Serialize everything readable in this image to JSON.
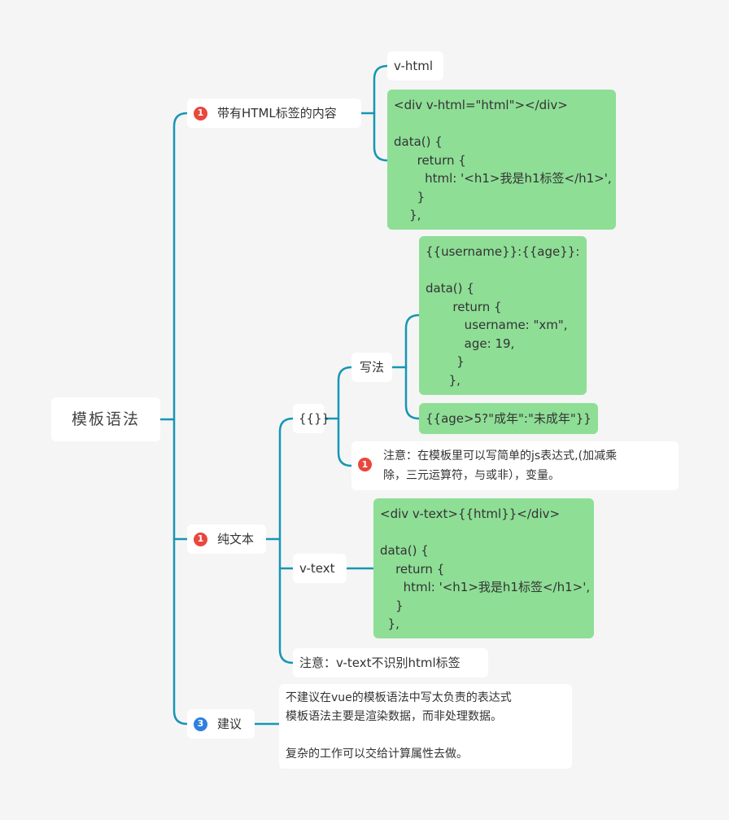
{
  "root": {
    "label": "模板语法"
  },
  "colors": {
    "line": "#1696b4",
    "code_bg": "#8ede96",
    "badge_red": "#e9473d",
    "badge_blue": "#2f7fe0"
  },
  "branches": {
    "html": {
      "badge": "1",
      "label": "带有HTML标签的内容",
      "child_label": "v-html",
      "code": "<div v-html=\"html\"></div>\n\ndata() {\n      return {\n        html: '<h1>我是h1标签</h1>',\n      }\n    },"
    },
    "text": {
      "badge": "1",
      "label": "纯文本",
      "mustache": {
        "label": "{{}}",
        "syntax": {
          "label": "写法",
          "code": "{{username}}:{{age}}:\n\ndata() {\n       return {\n          username: \"xm\",\n          age: 19,\n        }\n      },",
          "expr": "{{age>5?\"成年\":\"未成年\"}}"
        },
        "note": {
          "badge": "1",
          "text": "注意：在模板里可以写简单的js表达式,(加减乘\n除，三元运算符，与或非），变量。"
        }
      },
      "vtext": {
        "label": "v-text",
        "code": "<div v-text>{{html}}</div>\n\ndata() {\n    return {\n      html: '<h1>我是h1标签</h1>',\n    }\n  },"
      },
      "note": "注意：v-text不识别html标签"
    },
    "advice": {
      "badge": "3",
      "label": "建议",
      "text": "不建议在vue的模板语法中写太负责的表达式\n模板语法主要是渲染数据，而非处理数据。\n\n复杂的工作可以交给计算属性去做。"
    }
  }
}
